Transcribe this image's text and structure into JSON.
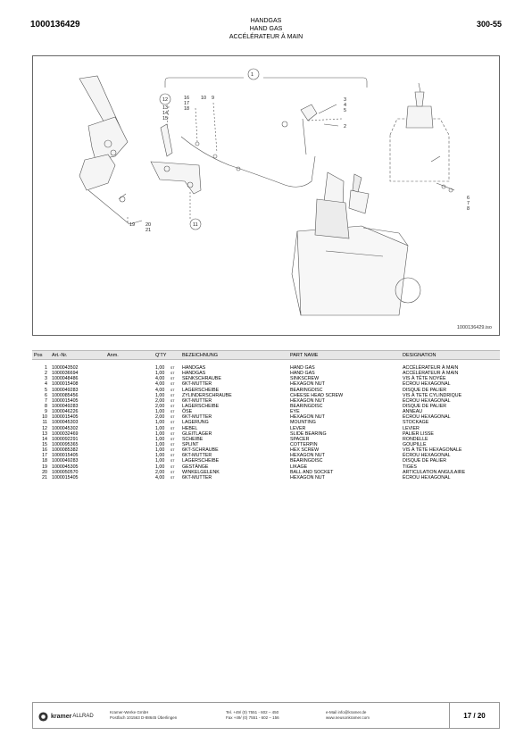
{
  "header": {
    "doc_number": "1000136429",
    "title_de": "HANDGAS",
    "title_en": "HAND GAS",
    "title_fr": "ACCÉLÉRATEUR À MAIN",
    "page_code": "300-55"
  },
  "drawing": {
    "ref": "1000136429.iso",
    "callouts": {
      "c1": "1",
      "c2": "2",
      "c3": "3",
      "c4": "4",
      "c5": "5",
      "c6": "6",
      "c7": "7",
      "c8": "8",
      "c9": "9",
      "c10": "10",
      "c11": "11",
      "c12": "12",
      "c13": "13",
      "c14": "14",
      "c15": "15",
      "c16": "16",
      "c17": "17",
      "c18": "18",
      "c19": "19",
      "c20": "20",
      "c21": "21"
    }
  },
  "table": {
    "headers": {
      "pos": "Pos",
      "art": "Art.-Nr.",
      "anm": "Anm.",
      "qty": "Q'TY",
      "de": "BEZEICHNUNG",
      "en": "PART NAME",
      "fr": "DESIGNATION"
    },
    "rows": [
      {
        "pos": "1",
        "art": "1000043502",
        "qty": "1,00",
        "unit": "ST",
        "de": "HANDGAS",
        "en": "HAND GAS",
        "fr": "ACCÉLÉRATEUR À MAIN"
      },
      {
        "pos": "2",
        "art": "1000036694",
        "qty": "1,00",
        "unit": "ST",
        "de": "HANDGAS",
        "en": "HAND GAS",
        "fr": "ACCÉLÉRATEUR À MAIN"
      },
      {
        "pos": "3",
        "art": "1000048486",
        "qty": "4,00",
        "unit": "ST",
        "de": "SENKSCHRAUBE",
        "en": "SINKSCREW",
        "fr": "VIS À TÊTE NOYÉE"
      },
      {
        "pos": "4",
        "art": "1000015408",
        "qty": "4,00",
        "unit": "ST",
        "de": "6KT-MUTTER",
        "en": "HEXAGON NUT",
        "fr": "ÉCROU HEXAGONAL"
      },
      {
        "pos": "5",
        "art": "1000049283",
        "qty": "4,00",
        "unit": "ST",
        "de": "LAGERSCHEIBE",
        "en": "BEARINGDISC",
        "fr": "DISQUE DE PALIER"
      },
      {
        "pos": "6",
        "art": "1000085456",
        "qty": "1,00",
        "unit": "ST",
        "de": "ZYLINDERSCHRAUBE",
        "en": "CHEESE HEAD SCREW",
        "fr": "VIS À TETE CYLINDRIQUE"
      },
      {
        "pos": "7",
        "art": "1000015405",
        "qty": "2,00",
        "unit": "ST",
        "de": "6KT-MUTTER",
        "en": "HEXAGON NUT",
        "fr": "ÉCROU HEXAGONAL"
      },
      {
        "pos": "8",
        "art": "1000049283",
        "qty": "2,00",
        "unit": "ST",
        "de": "LAGERSCHEIBE",
        "en": "BEARINGDISC",
        "fr": "DISQUE DE PALIER"
      },
      {
        "pos": "9",
        "art": "1000046226",
        "qty": "1,00",
        "unit": "ST",
        "de": "ÖSE",
        "en": "EYE",
        "fr": "ANNEAU"
      },
      {
        "pos": "10",
        "art": "1000015405",
        "qty": "2,00",
        "unit": "ST",
        "de": "6KT-MUTTER",
        "en": "HEXAGON NUT",
        "fr": "ÉCROU HEXAGONAL"
      },
      {
        "pos": "11",
        "art": "1000045303",
        "qty": "1,00",
        "unit": "ST",
        "de": "LAGERUNG",
        "en": "MOUNTING",
        "fr": "STOCKAGE"
      },
      {
        "pos": "12",
        "art": "1000045302",
        "qty": "1,00",
        "unit": "ST",
        "de": "HEBEL",
        "en": "LEVER",
        "fr": "LEVIER"
      },
      {
        "pos": "13",
        "art": "1000032469",
        "qty": "1,00",
        "unit": "ST",
        "de": "GLEITLAGER",
        "en": "SLIDE BEARING",
        "fr": "PALIER LISSE"
      },
      {
        "pos": "14",
        "art": "1000092291",
        "qty": "1,00",
        "unit": "ST",
        "de": "SCHEIBE",
        "en": "SPACER",
        "fr": "RONDELLE"
      },
      {
        "pos": "15",
        "art": "1000095365",
        "qty": "1,00",
        "unit": "ST",
        "de": "SPLINT",
        "en": "COTTERPIN",
        "fr": "GOUPILLE"
      },
      {
        "pos": "16",
        "art": "1000085382",
        "qty": "1,00",
        "unit": "ST",
        "de": "6KT-SCHRAUBE",
        "en": "HEX SCREW",
        "fr": "VIS À TÊTE HEXAGONALE"
      },
      {
        "pos": "17",
        "art": "1000015405",
        "qty": "1,00",
        "unit": "ST",
        "de": "6KT-MUTTER",
        "en": "HEXAGON NUT",
        "fr": "ÉCROU HEXAGONAL"
      },
      {
        "pos": "18",
        "art": "1000049283",
        "qty": "1,00",
        "unit": "ST",
        "de": "LAGERSCHEIBE",
        "en": "BEARINGDISC",
        "fr": "DISQUE DE PALIER"
      },
      {
        "pos": "19",
        "art": "1000045305",
        "qty": "1,00",
        "unit": "ST",
        "de": "GESTÄNGE",
        "en": "LIKAGE",
        "fr": "TIGES"
      },
      {
        "pos": "20",
        "art": "1000050570",
        "qty": "2,00",
        "unit": "ST",
        "de": "WINKELGELENK",
        "en": "BALL AND SOCKET",
        "fr": "ARTICULATION ANGULAIRE"
      },
      {
        "pos": "21",
        "art": "1000015405",
        "qty": "4,00",
        "unit": "ST",
        "de": "6KT-MUTTER",
        "en": "HEXAGON NUT",
        "fr": "ÉCROU HEXAGONAL"
      }
    ]
  },
  "footer": {
    "brand": "kramer",
    "brand_suffix": "ALLRAD",
    "company": "Kramer-Werke GmbH",
    "address": "Postfach 101563 D-88645 Überlingen",
    "phone": "Tel. +49/ (0) 7551 - 602 – 450",
    "fax": "Fax +49/ (0) 7551 - 602 – 156",
    "email": "e-Mail info@kramer.de",
    "web": "www.neusonkramer.com",
    "page": "17 / 20",
    "logo_color": "#333333"
  }
}
